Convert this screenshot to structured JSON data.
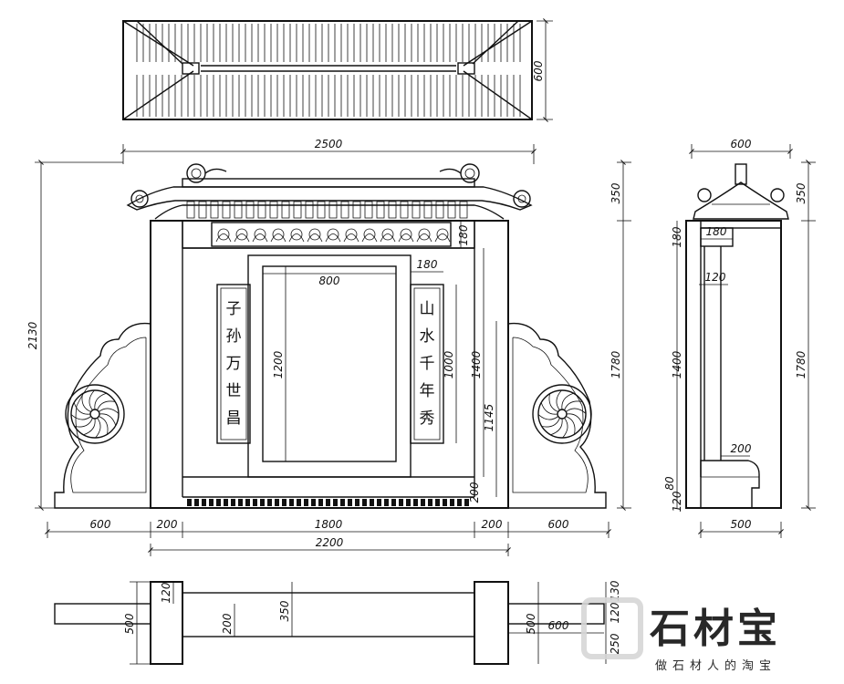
{
  "dimensions": {
    "roof_plan_depth": "600",
    "total_width": "2500",
    "roof_height": "350",
    "frieze_height": "180",
    "panel_width": "800",
    "couplet_width": "180",
    "panel_height": "1200",
    "couplet_height": "1000",
    "inner_height": "1400",
    "wing_height": "1145",
    "plinth_height": "200",
    "overall_height": "2130",
    "body_height": "1780",
    "wing_width": "600",
    "pillar_width": "200",
    "center_width": "1800",
    "frame_width": "2200",
    "side_depth_top": "600",
    "side_frieze": "180",
    "side_inner": "120",
    "side_body": "1400",
    "side_base_step": "200",
    "side_base_80": "80",
    "side_base_120": "120",
    "side_base_width": "500",
    "side_roof": "350",
    "side_total": "1780",
    "plan_depth": "500",
    "plan_120": "120",
    "plan_200": "200",
    "plan_350": "350",
    "plan_130": "130",
    "plan_250": "250",
    "plan_wing": "600"
  },
  "couplets": {
    "left": [
      "子",
      "孙",
      "万",
      "世",
      "昌"
    ],
    "right": [
      "山",
      "水",
      "千",
      "年",
      "秀"
    ]
  },
  "watermark": {
    "name": "石材宝",
    "slogan": "做石材人的淘宝"
  }
}
